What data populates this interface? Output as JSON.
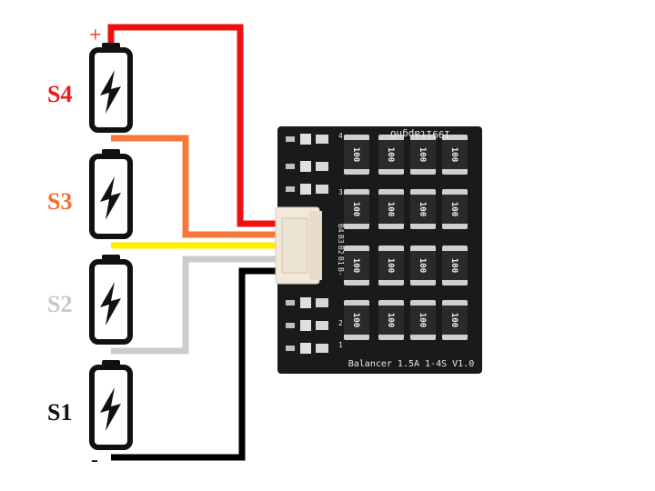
{
  "cells": [
    {
      "label": "S4",
      "color": "#ee1c1c"
    },
    {
      "label": "S3",
      "color": "#f07030"
    },
    {
      "label": "S2",
      "color": "#c8c8c8"
    },
    {
      "label": "S1",
      "color": "#111111"
    }
  ],
  "terminals": {
    "positive": "+",
    "negative": "-"
  },
  "wires": {
    "plus": "#ee1010",
    "b3": "#f47a3a",
    "b2": "#ffee00",
    "b1": "#cccccc",
    "minus": "#000000"
  },
  "board": {
    "silkscreen_top": "1991lapgnO",
    "silkscreen_bottom": "Balancer 1.5A 1-4S V1.0",
    "connector_labels": [
      "B4",
      "B3",
      "B2",
      "B1",
      "B-"
    ],
    "channel_numbers": [
      "1",
      "2",
      "3",
      "4"
    ],
    "resistor_value": "100",
    "pcb_color": "#1a1a1a",
    "resistor_color": "#2a2a2a"
  }
}
